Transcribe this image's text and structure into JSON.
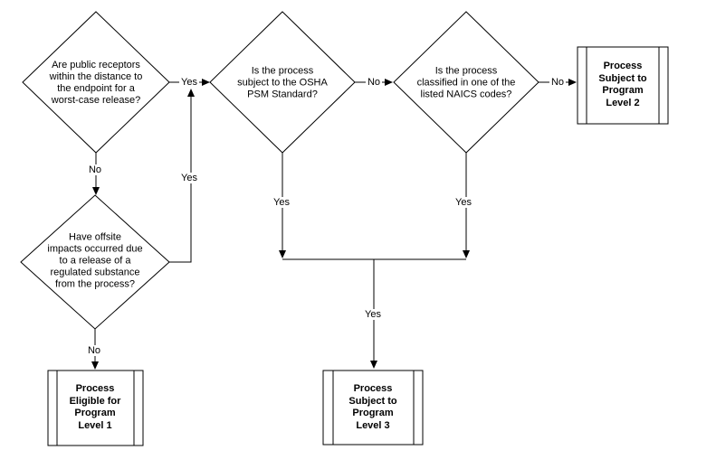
{
  "colors": {
    "background": "#ffffff",
    "line": "#000000",
    "text": "#000000"
  },
  "nodes": {
    "decision_public_receptors": {
      "type": "decision",
      "text": "Are public receptors\nwithin the distance to\nthe endpoint for a\nworst-case release?"
    },
    "decision_osha_psm": {
      "type": "decision",
      "text": "Is the process\nsubject to the OSHA\nPSM Standard?"
    },
    "decision_naics": {
      "type": "decision",
      "text": "Is the process\nclassified in one of the\nlisted NAICS codes?"
    },
    "decision_offsite_impacts": {
      "type": "decision",
      "text": "Have offsite\nimpacts occurred due\nto a release of a\nregulated substance\nfrom the process?"
    },
    "result_program_level_2": {
      "type": "process",
      "text": "Process\nSubject to\nProgram\nLevel 2"
    },
    "result_program_level_3": {
      "type": "process",
      "text": "Process\nSubject to\nProgram\nLevel 3"
    },
    "result_program_level_1": {
      "type": "process",
      "text": "Process\nEligible for\nProgram\nLevel 1"
    }
  },
  "edge_labels": {
    "receptors_yes": "Yes",
    "receptors_no": "No",
    "psm_no": "No",
    "psm_yes": "Yes",
    "naics_no": "No",
    "naics_yes": "Yes",
    "offsite_yes": "Yes",
    "offsite_no": "No",
    "combined_yes": "Yes"
  }
}
